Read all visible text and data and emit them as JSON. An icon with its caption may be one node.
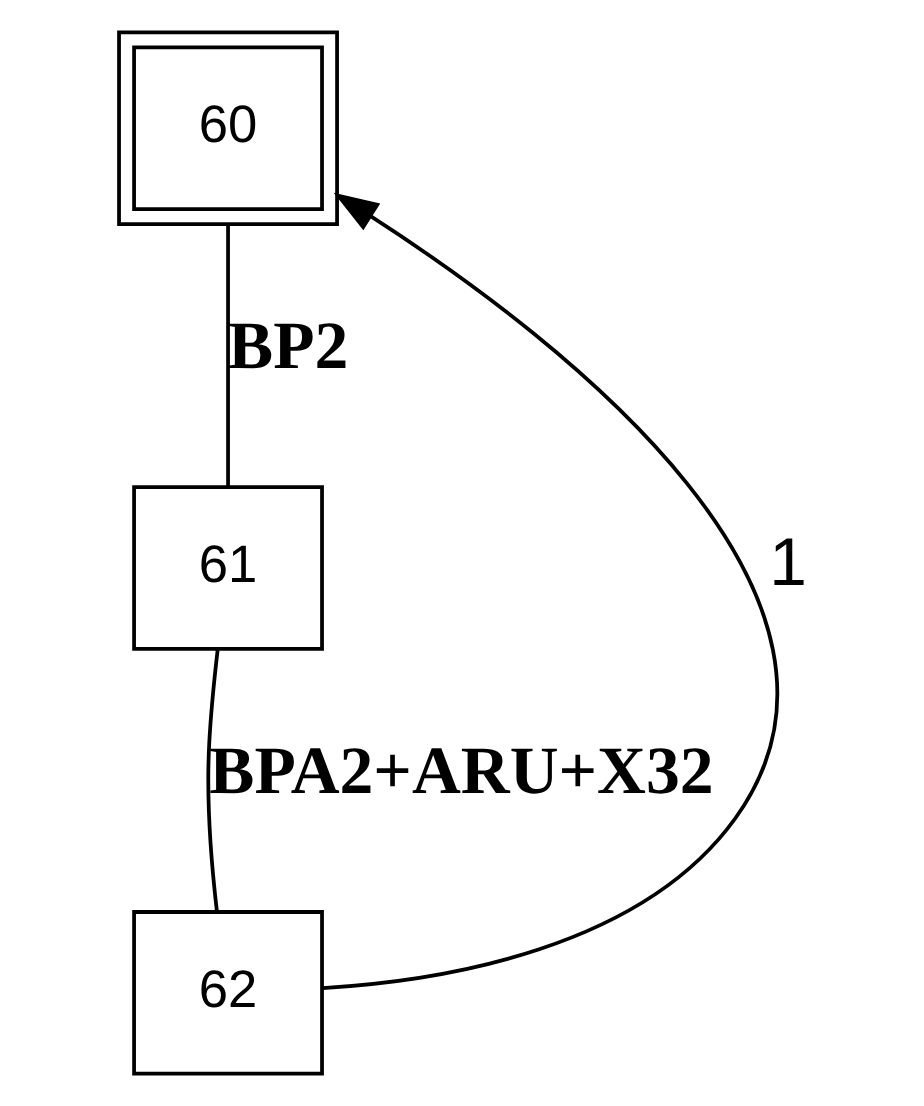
{
  "diagram": {
    "nodes": [
      {
        "text": [
          "60"
        ]
      },
      {
        "text": [
          "61"
        ]
      },
      {
        "text": [
          "62"
        ]
      }
    ],
    "edges": [
      {
        "from": 0,
        "to": 1,
        "arrow": "none",
        "label": "BP2"
      },
      {
        "from": 1,
        "to": 2,
        "arrow": "none",
        "label": "BPA2+ARU+X32"
      },
      {
        "from": 2,
        "to": 0,
        "arrow": "to",
        "label": "1"
      }
    ]
  }
}
